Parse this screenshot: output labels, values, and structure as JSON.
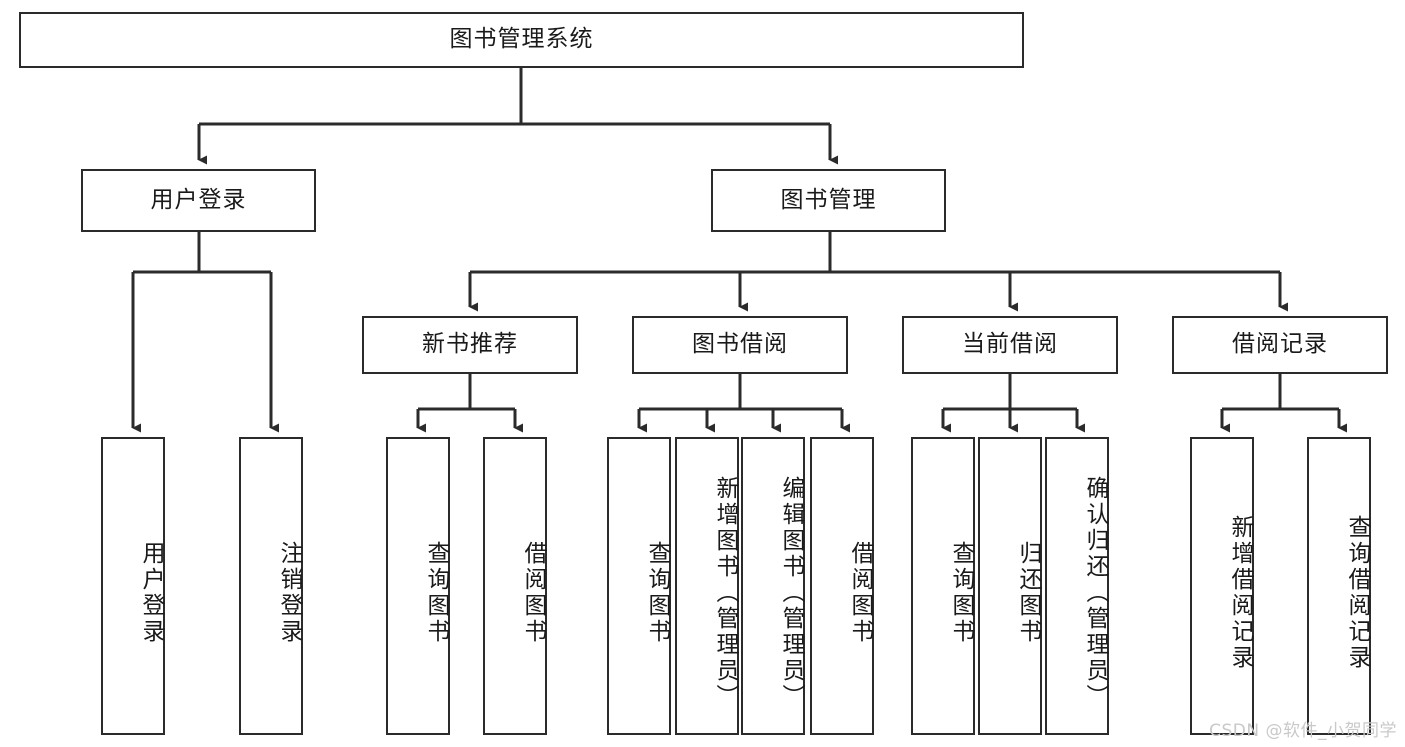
{
  "diagram": {
    "title": "图书管理系统",
    "type": "tree-hierarchy-diagram",
    "root": {
      "id": "root",
      "label": "图书管理系统"
    },
    "level2": [
      {
        "id": "user-login",
        "label": "用户登录"
      },
      {
        "id": "book-manage",
        "label": "图书管理"
      }
    ],
    "level3": [
      {
        "id": "new-book-recommend",
        "label": "新书推荐",
        "parent": "book-manage"
      },
      {
        "id": "book-borrow",
        "label": "图书借阅",
        "parent": "book-manage"
      },
      {
        "id": "current-borrow",
        "label": "当前借阅",
        "parent": "book-manage"
      },
      {
        "id": "borrow-record",
        "label": "借阅记录",
        "parent": "book-manage"
      }
    ],
    "leaves": {
      "user_login": [
        {
          "id": "leaf-user-login",
          "label": "用户登录"
        },
        {
          "id": "leaf-user-logout",
          "label": "注销登录"
        }
      ],
      "new_book_recommend": [
        {
          "id": "leaf-query-book-1",
          "label": "查询图书"
        },
        {
          "id": "leaf-borrow-book-1",
          "label": "借阅图书"
        }
      ],
      "book_borrow": [
        {
          "id": "leaf-query-book-2",
          "label": "查询图书"
        },
        {
          "id": "leaf-add-book",
          "label": "新增图书（管理员）"
        },
        {
          "id": "leaf-edit-book",
          "label": "编辑图书（管理员）"
        },
        {
          "id": "leaf-borrow-book-2",
          "label": "借阅图书"
        }
      ],
      "current_borrow": [
        {
          "id": "leaf-query-book-3",
          "label": "查询图书"
        },
        {
          "id": "leaf-return-book",
          "label": "归还图书"
        },
        {
          "id": "leaf-confirm-return",
          "label": "确认归还（管理员）"
        }
      ],
      "borrow_record": [
        {
          "id": "leaf-add-record",
          "label": "新增借阅记录"
        },
        {
          "id": "leaf-query-record",
          "label": "查询借阅记录"
        }
      ]
    },
    "colors": {
      "stroke": "#2b2b2b",
      "fill": "#ffffff",
      "text": "#1a1a1a",
      "watermark": "#c9c9c9"
    }
  },
  "watermark": "CSDN @软件_小贺同学"
}
